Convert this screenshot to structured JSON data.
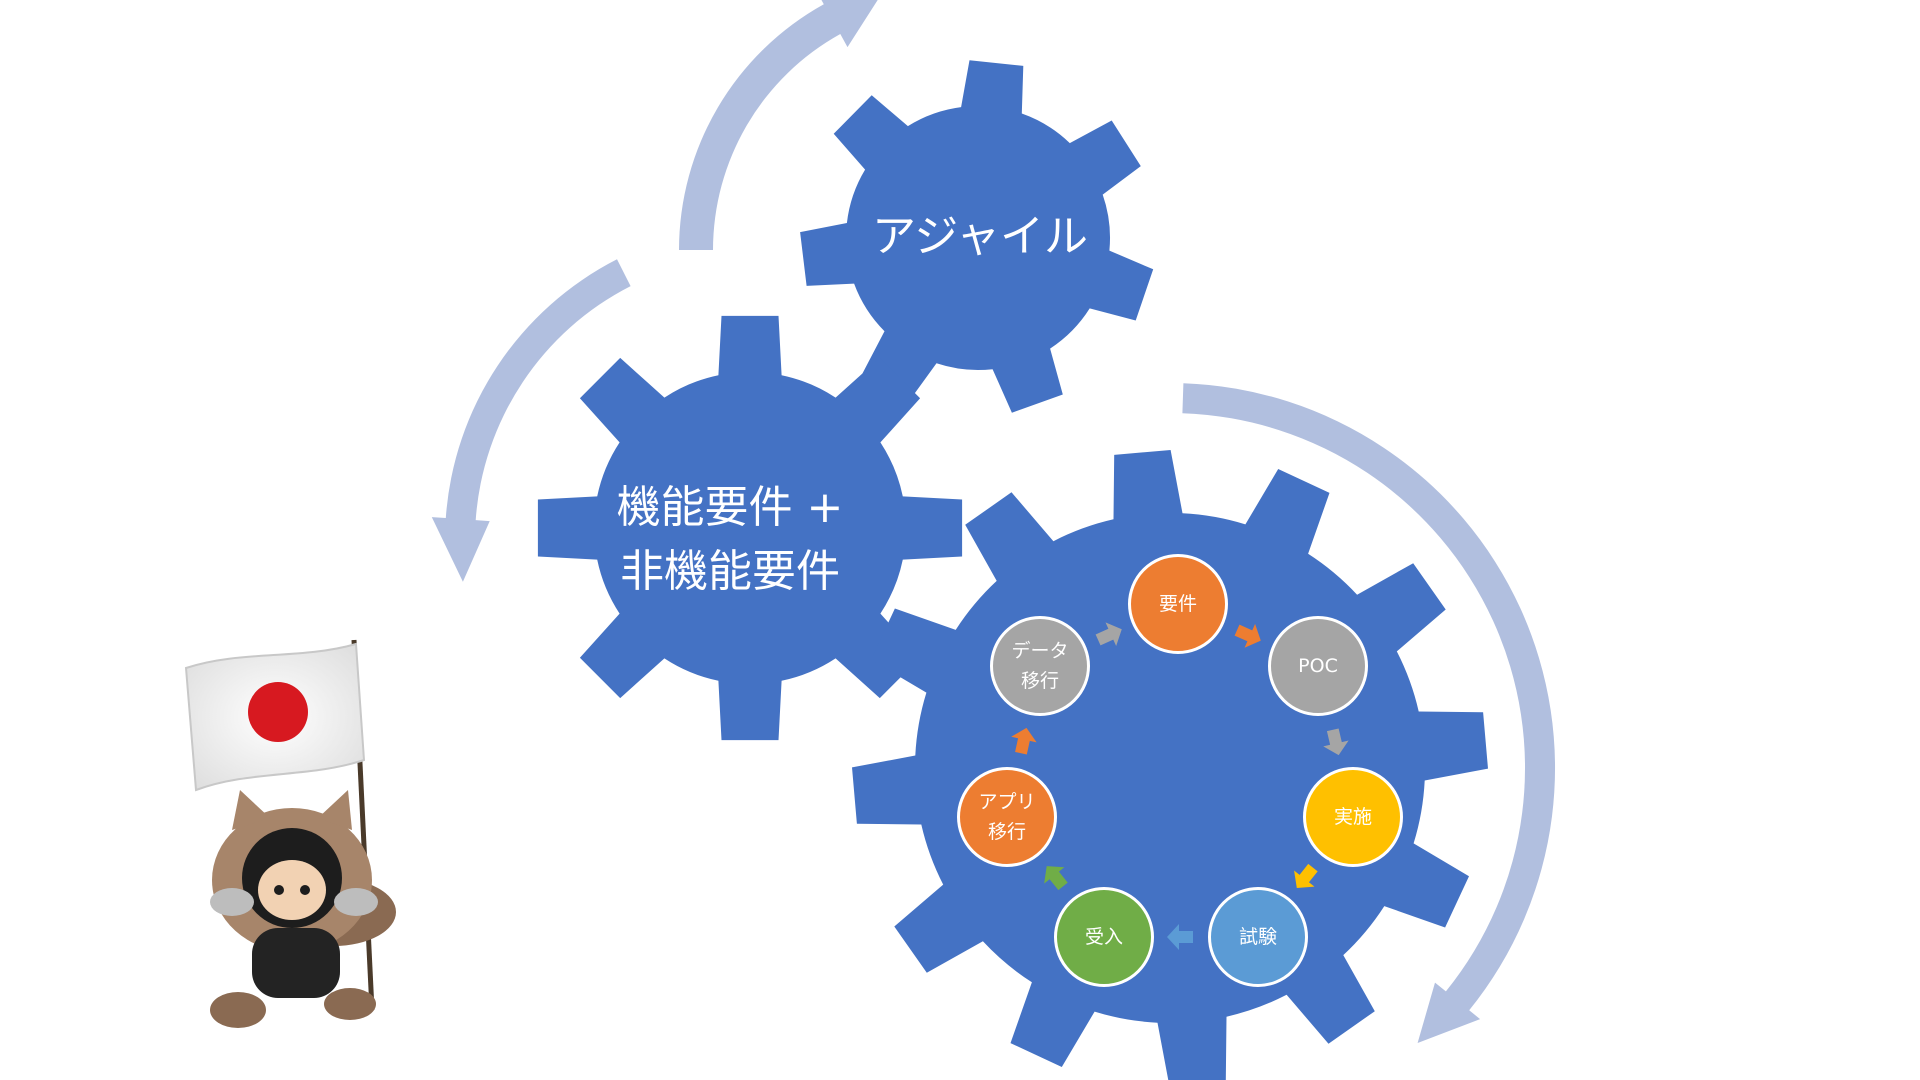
{
  "colors": {
    "gear": "#4472C4",
    "arrow": "#B1BFDF",
    "orange": "#ED7D31",
    "gray": "#A5A5A5",
    "gold": "#FFC000",
    "blue": "#5B9BD5",
    "green": "#70AD47"
  },
  "gears": {
    "agile": {
      "label": "アジャイル"
    },
    "requirements": {
      "line1": "機能要件 +",
      "line2": "非機能要件"
    }
  },
  "cycle": {
    "nodes": [
      {
        "id": "requirements",
        "line1": "要件",
        "line2": "",
        "color": "orange"
      },
      {
        "id": "poc",
        "line1": "POC",
        "line2": "",
        "color": "gray"
      },
      {
        "id": "implementation",
        "line1": "実施",
        "line2": "",
        "color": "gold"
      },
      {
        "id": "testing",
        "line1": "試験",
        "line2": "",
        "color": "blue"
      },
      {
        "id": "acceptance",
        "line1": "受入",
        "line2": "",
        "color": "green"
      },
      {
        "id": "app-migration",
        "line1": "アプリ",
        "line2": "移行",
        "color": "orange"
      },
      {
        "id": "data-migration",
        "line1": "データ",
        "line2": "移行",
        "color": "gray"
      }
    ]
  },
  "mascot": {
    "icon": "mascot-flag-japan-icon"
  }
}
